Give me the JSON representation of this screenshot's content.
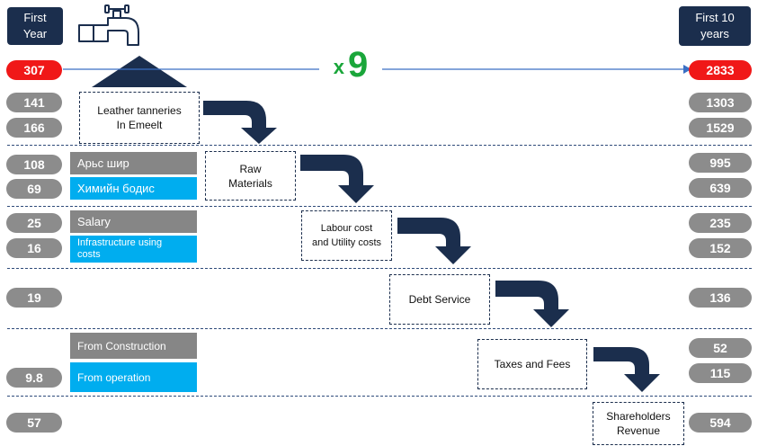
{
  "header": {
    "left_label": "First Year",
    "right_label": "First 10 years"
  },
  "multiplier": {
    "x": "x",
    "value": "9"
  },
  "rows": {
    "total": {
      "left": "307",
      "right": "2833"
    },
    "leather_1": {
      "left": "141",
      "right": "1303"
    },
    "leather_2": {
      "left": "166",
      "right": "1529"
    },
    "raw_1": {
      "left": "108",
      "right": "995"
    },
    "raw_2": {
      "left": "69",
      "right": "639"
    },
    "labour_1": {
      "left": "25",
      "right": "235"
    },
    "labour_2": {
      "left": "16",
      "right": "152"
    },
    "debt": {
      "left": "19",
      "right": "136"
    },
    "taxes_1": {
      "right": "52"
    },
    "taxes_2": {
      "left": "9.8",
      "right": "115"
    },
    "shareholders": {
      "left": "57",
      "right": "594"
    }
  },
  "categories": {
    "arьs_shir": "Арьс шир",
    "khimiin_bodis": "Химийн бодис",
    "salary": "Salary",
    "infrastructure": "Infrastructure using costs",
    "from_construction": "From Construction",
    "from_operation": "From operation"
  },
  "labels": {
    "leather_line1": "Leather tanneries",
    "leather_line2": "In Emeelt",
    "raw_line1": "Raw",
    "raw_line2": "Materials",
    "labour_line1": "Labour cost",
    "labour_line2": "and Utility costs",
    "debt": "Debt Service",
    "taxes": "Taxes and Fees",
    "share_line1": "Shareholders",
    "share_line2": "Revenue"
  },
  "icons": [
    "faucet-icon",
    "water-drop-icon",
    "arrow-right-icon",
    "curved-arrow-down-icon"
  ],
  "colors": {
    "navy": "#1b2e4d",
    "red": "#f01818",
    "gray": "#8c8c8c",
    "blue": "#00adef",
    "green": "#1aa63a"
  }
}
